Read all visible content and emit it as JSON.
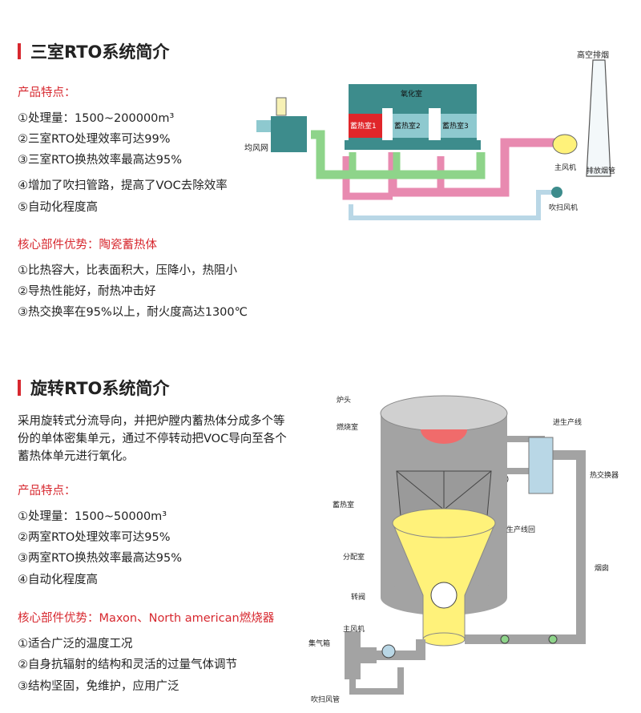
{
  "section1": {
    "title": "三室RTO系统简介",
    "features_heading": "产品特点：",
    "features": [
      "①处理量：1500~200000m³",
      "②三室RTO处理效率可达99%",
      "③三室RTO换热效率最高达95%",
      "④增加了吹扫管路，提高了VOC去除效率",
      "⑤自动化程度高"
    ],
    "core_heading": "核心部件优势：陶瓷蓄热体",
    "core": [
      "①比热容大，比表面积大，压降小，热阻小",
      "②导热性能好，耐热冲击好",
      "③热交换率在95%以上，耐火度高达1300℃"
    ],
    "diagram": {
      "stack": "高空排烟",
      "oxidation": "氧化室",
      "chamber1": "蓄热室1",
      "chamber2": "蓄热室2",
      "chamber3": "蓄热室3",
      "distributor": "均风网",
      "main_fan": "主风机",
      "exhaust_pipe": "排放烟管",
      "purge_fan": "吹扫风机"
    }
  },
  "section2": {
    "title": "旋转RTO系统简介",
    "intro": [
      "采用旋转式分流导向，并把炉膛内蓄热体分成多个等",
      "份的单体密集单元，通过不停转动把VOC导向至各个",
      "蓄热体单元进行氧化。"
    ],
    "features_heading": "产品特点：",
    "features": [
      "①处理量：1500~50000m³",
      "②两室RTO处理效率可达95%",
      "③两室RTO换热效率最高达95%",
      "④自动化程度高"
    ],
    "core_heading": "核心部件优势：Maxon、North american燃烧器",
    "core": [
      "①适合广泛的温度工况",
      "②自身抗辐射的结构和灵活的过量气体调节",
      "③结构坚固，免维护，应用广泛"
    ],
    "diagram": {
      "head": "炉头",
      "combustion": "燃烧室",
      "regen": "蓄热室",
      "distribution": "分配室",
      "valve": "转阀",
      "main_fan": "主风机",
      "box": "集气箱",
      "purge": "吹扫风管",
      "inlet": "进生产线",
      "exchanger": "热交换器",
      "return": "生产线回",
      "flue": "烟囱"
    }
  },
  "colors": {
    "accent": "#d7282f",
    "chamber_teal": "#3d8c8c",
    "chamber_light": "#8ec9cf",
    "red_chamber": "#e0262a",
    "green_pipe": "#8ed48a",
    "pink_pipe": "#e88ab0",
    "blue_pipe": "#b9d7e6",
    "cylinder": "#a3a3a3",
    "yellow": "#fff27a"
  },
  "icons": [
    "fan-icon",
    "arrow-icon"
  ]
}
